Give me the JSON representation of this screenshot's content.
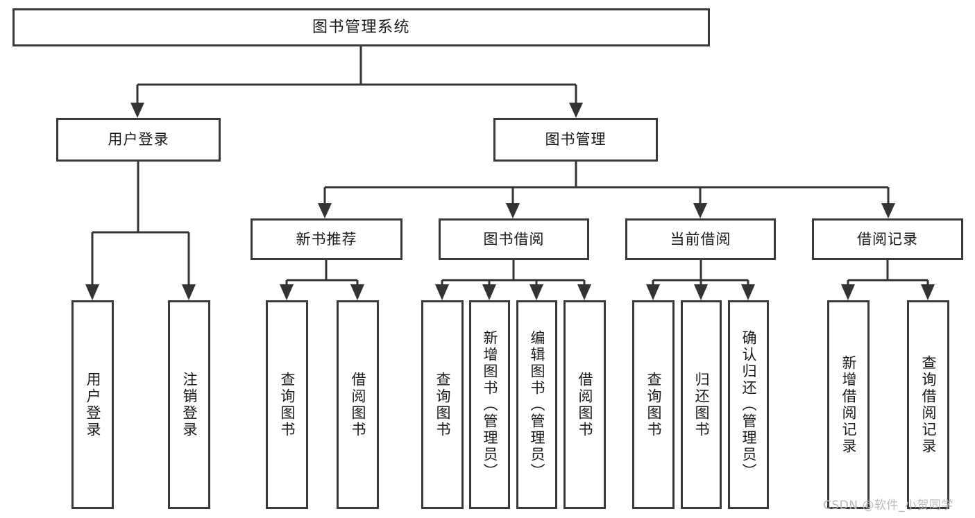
{
  "diagram": {
    "type": "tree",
    "title": "图书管理系统",
    "root": {
      "label": "图书管理系统"
    },
    "level2": [
      {
        "label": "用户登录"
      },
      {
        "label": "图书管理"
      }
    ],
    "level3": [
      {
        "label": "新书推荐"
      },
      {
        "label": "图书借阅"
      },
      {
        "label": "当前借阅"
      },
      {
        "label": "借阅记录"
      }
    ],
    "leaves": {
      "user_login": [
        {
          "label": "用户登录"
        },
        {
          "label": "注销登录"
        }
      ],
      "new_book_recommend": [
        {
          "label": "查询图书"
        },
        {
          "label": "借阅图书"
        }
      ],
      "book_borrow": [
        {
          "label": "查询图书"
        },
        {
          "label": "新增图书（管理员）"
        },
        {
          "label": "编辑图书（管理员）"
        },
        {
          "label": "借阅图书"
        }
      ],
      "current_borrow": [
        {
          "label": "查询图书"
        },
        {
          "label": "归还图书"
        },
        {
          "label": "确认归还（管理员）"
        }
      ],
      "borrow_record": [
        {
          "label": "新增借阅记录"
        },
        {
          "label": "查询借阅记录"
        }
      ]
    }
  },
  "watermark": {
    "text": "CSDN @软件_小贺同学"
  },
  "colors": {
    "box_border": "#3a3a3a",
    "connector": "#333333",
    "background": "#ffffff",
    "text": "#1a1a1a",
    "watermark": "#b9b9b9"
  }
}
